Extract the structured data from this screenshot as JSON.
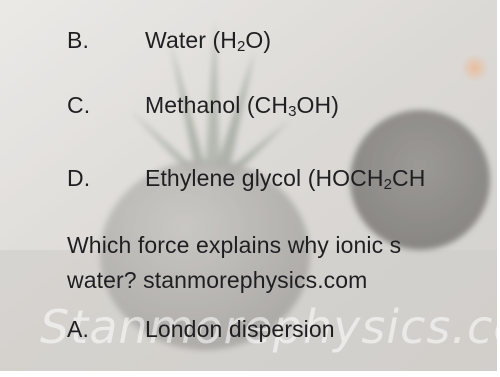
{
  "options": {
    "b": {
      "letter": "B.",
      "text_pre": "Water (H",
      "sub1": "2",
      "text_post": "O)"
    },
    "c": {
      "letter": "C.",
      "text_pre": "Methanol (CH",
      "sub1": "3",
      "text_post": "OH)"
    },
    "d": {
      "letter": "D.",
      "text_pre": "Ethylene glycol (HOCH",
      "sub1": "2",
      "text_post": "CH"
    },
    "a": {
      "letter": "A.",
      "text": "London dispersion"
    }
  },
  "question": {
    "line1": "Which force explains why ionic s",
    "line2": "water?   stanmorephysics.com"
  },
  "watermark": "Stanmorephysics.com"
}
